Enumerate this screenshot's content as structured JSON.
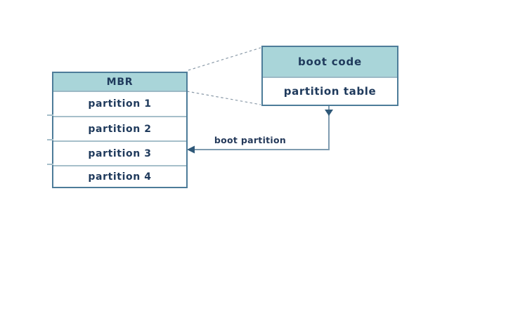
{
  "mbr_table": {
    "header": "MBR",
    "rows": [
      "partition 1",
      "partition 2",
      "partition 3",
      "partition 4"
    ]
  },
  "boot_box": {
    "header": "boot code",
    "row": "partition table"
  },
  "connector_label": "boot partition",
  "colors": {
    "background": "#ffffff",
    "header_fill": "#a9d5d9",
    "box_border": "#4d7c99",
    "row_separator": "#a6bfca",
    "text": "#1f3a5c",
    "dashed_connector": "#8a9aa8",
    "arrow_line": "#7f9cb0",
    "arrowhead": "#2e5878"
  }
}
